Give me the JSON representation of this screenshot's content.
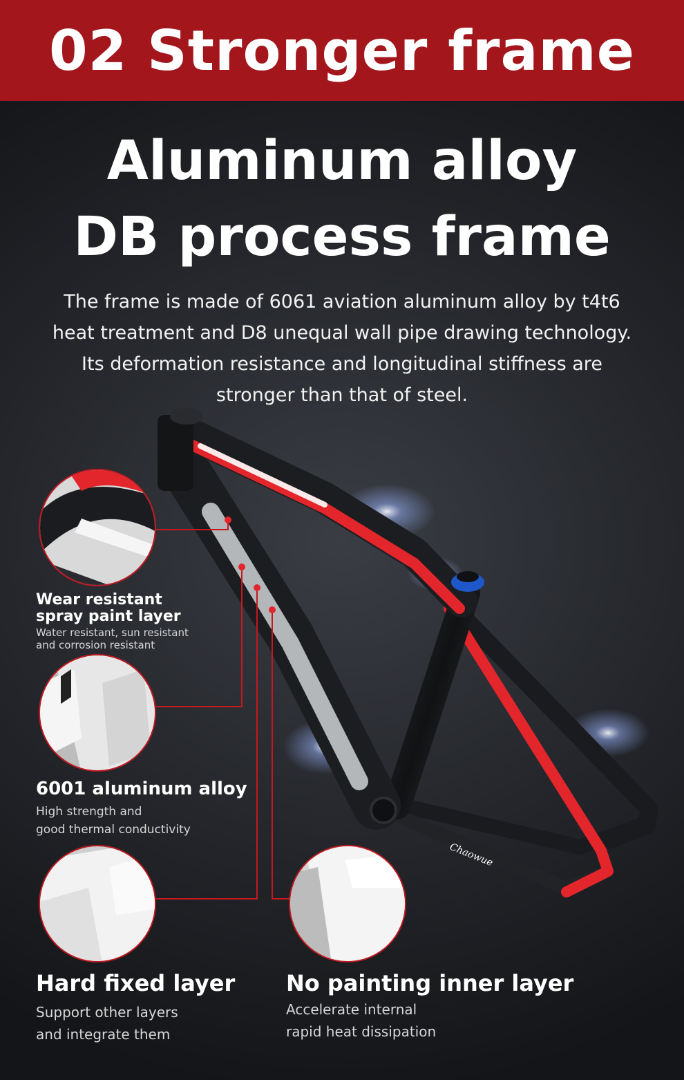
{
  "banner": {
    "title": "02 Stronger frame"
  },
  "headline": {
    "line1": "Aluminum alloy",
    "line2": "DB process frame"
  },
  "description": "The frame is made of 6061 aviation aluminum alloy by t4t6 heat treatment and D8 unequal wall pipe drawing technology. Its deformation resistance and longitudinal stiffness are stronger than that of steel.",
  "frame_graphics": {
    "brand_script": "Chaowue"
  },
  "features": [
    {
      "title_line1": "Wear resistant",
      "title_line2": "spray paint layer",
      "sub_line1": "Water resistant, sun resistant",
      "sub_line2": "and corrosion resistant"
    },
    {
      "title_line1": "6001 aluminum alloy",
      "sub_line1": "High strength and",
      "sub_line2": "good thermal conductivity"
    },
    {
      "title_line1": "Hard fixed layer",
      "sub_line1": "Support other layers",
      "sub_line2": "and integrate them"
    },
    {
      "title_line1": "No painting inner layer",
      "sub_line1": "Accelerate internal",
      "sub_line2": "rapid heat dissipation"
    }
  ],
  "colors": {
    "banner_red": "#a3161c",
    "accent_red": "#e3262b",
    "background_dark": "#24262b",
    "callout_red": "#c5181f"
  }
}
